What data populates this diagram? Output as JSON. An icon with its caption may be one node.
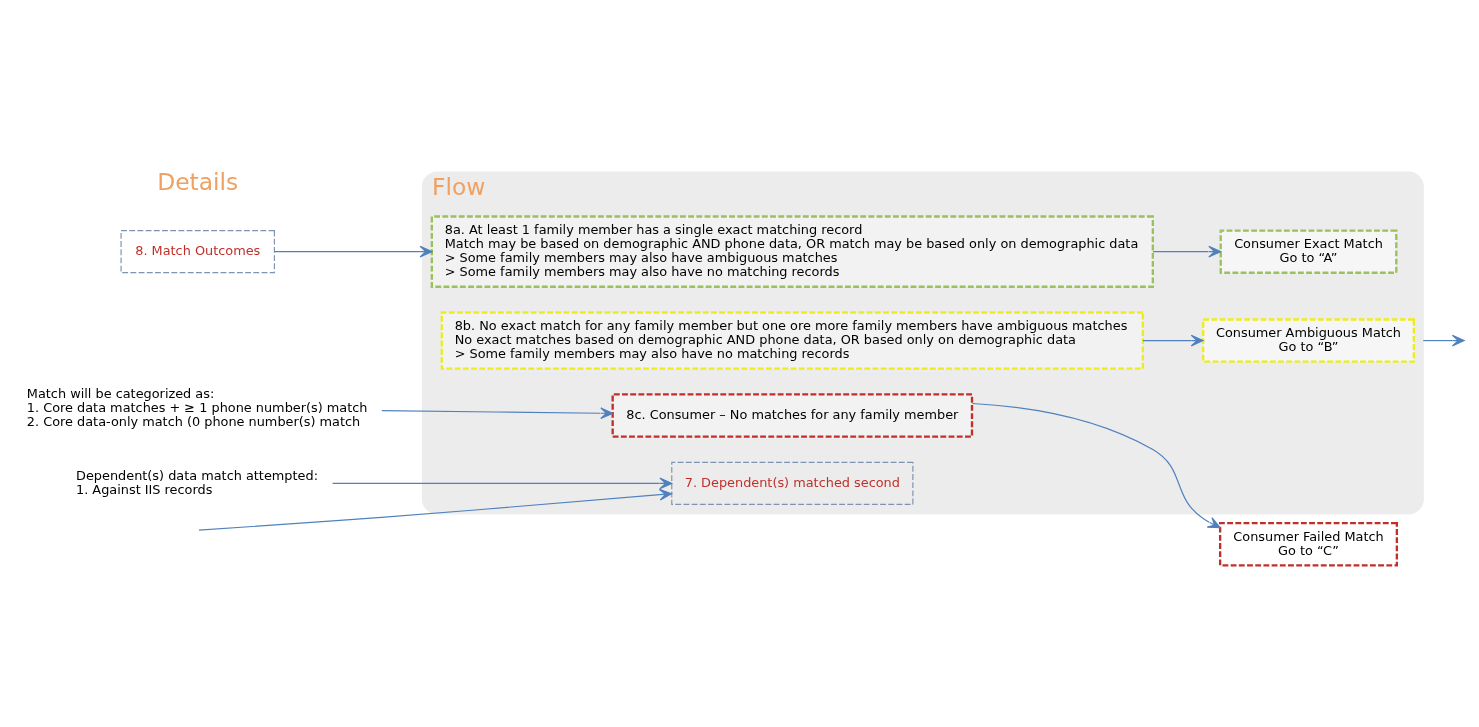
{
  "diagram": {
    "nodes": [
      {
        "text": [
          "Flow"
        ]
      },
      {
        "text": [
          "8. Match Outcomes"
        ]
      },
      {
        "text": [
          "7. Dependent(s) matched second"
        ],
        "in": 0
      },
      {
        "text": [
          "8a. At least 1 family member has a single exact matching record",
          "Match may be based on demographic AND phone data, OR match may be based only on demographic data",
          "> Some family members may also have ambiguous matches",
          "> Some family members may also have no matching records"
        ],
        "in": 0
      },
      {
        "text": [
          "8b. No exact match for any family member but one ore more family members have ambiguous matches",
          "No exact matches based on demographic AND phone data, OR based only on demographic data",
          "> Some family members may also have no matching records"
        ],
        "in": 0
      },
      {
        "text": [
          "8c. Consumer – No matches for any family member"
        ],
        "in": 0
      },
      {
        "text": [
          "Consumer Exact Match",
          "Go to “A”"
        ],
        "in": 0
      },
      {
        "text": [
          "Consumer Ambiguous Match",
          "Go to “B”"
        ],
        "in": 0
      },
      {
        "text": [
          "Consumer Failed Match",
          "Go to “C”"
        ]
      },
      {
        "text": [
          "Dependent(s) data match attempted:",
          "1. Against IIS records"
        ]
      },
      {
        "text": [
          "Match will be categorized as:",
          "1. Core data matches + ≥ 1 phone number(s) match",
          "2. Core data-only match (0 phone number(s) match"
        ]
      }
    ],
    "edges": [
      {
        "from": null,
        "to": 2,
        "arrow": "to"
      },
      {
        "from": 1,
        "to": 3,
        "arrow": "to"
      },
      {
        "from": 3,
        "to": 6,
        "arrow": "to"
      },
      {
        "from": 4,
        "to": 7,
        "arrow": "to"
      },
      {
        "from": 5,
        "to": 8,
        "arrow": "to"
      },
      {
        "from": 9,
        "to": 2,
        "arrow": "to"
      },
      {
        "from": 10,
        "to": 5,
        "arrow": "to"
      },
      {
        "from": 0,
        "to": null,
        "arrow": "to"
      }
    ],
    "labels": [
      "Details"
    ]
  }
}
